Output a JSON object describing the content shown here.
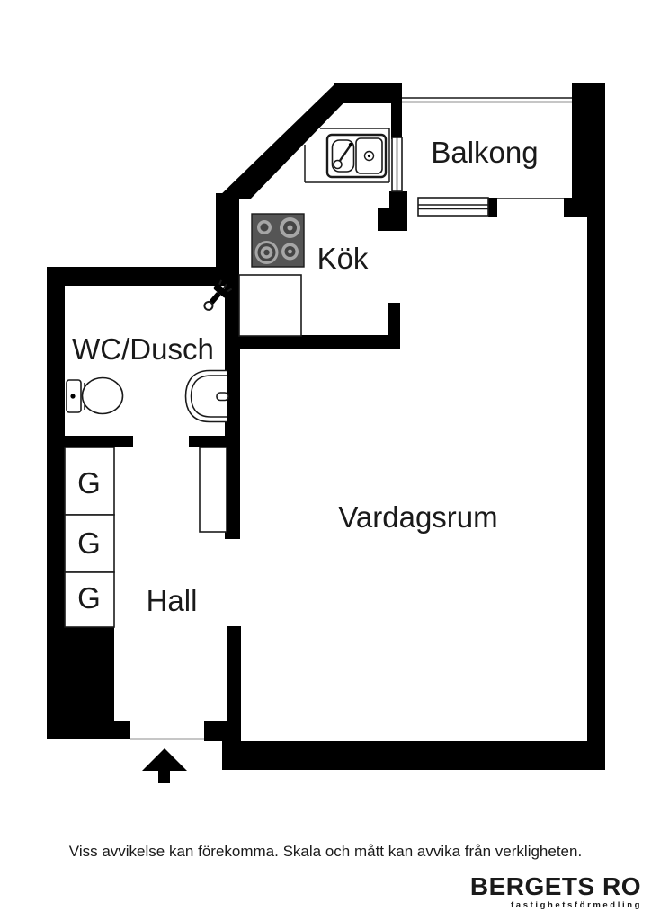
{
  "rooms": {
    "balkong": "Balkong",
    "kok": "Kök",
    "wc": "WC/Dusch",
    "vardagsrum": "Vardagsrum",
    "hall": "Hall"
  },
  "wardrobe_label": "G",
  "footer": {
    "disclaimer": "Viss avvikelse kan förekomma. Skala och mått kan avvika från verkligheten.",
    "brand": "BERGETS RO",
    "brand_sub": "fastighetsförmedling"
  },
  "colors": {
    "wall": "#000000",
    "line": "#1a1a1a",
    "text": "#1a1a1a",
    "stove_body": "#555555",
    "burner_light": "#a6a6a6",
    "burner_dark": "#454545",
    "background": "#ffffff"
  }
}
